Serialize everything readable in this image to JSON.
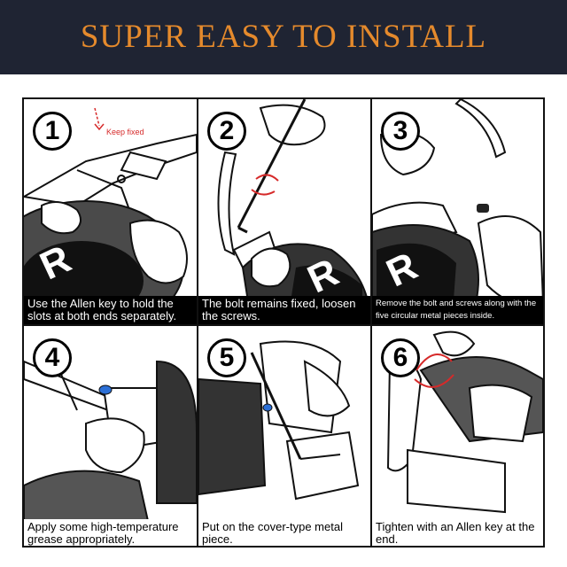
{
  "header": {
    "title": "SUPER EASY TO INSTALL"
  },
  "steps": [
    {
      "number": "1",
      "caption": "Use the Allen key to hold the slots at both ends separately.",
      "annotation": "Keep fixed",
      "earpad_letter": "R"
    },
    {
      "number": "2",
      "caption": "The bolt remains fixed, loosen the screws.",
      "earpad_letter": "R"
    },
    {
      "number": "3",
      "caption": "Remove the bolt and screws along with the five circular metal pieces inside.",
      "earpad_letter": "R"
    },
    {
      "number": "4",
      "caption": "Apply some high-temperature grease appropriately."
    },
    {
      "number": "5",
      "caption": "Put on the cover-type metal piece."
    },
    {
      "number": "6",
      "caption": "Tighten with an Allen key at the end."
    }
  ],
  "colors": {
    "header_bg": "#1f2433",
    "title": "#e58a2c",
    "caption_bg": "#000000",
    "annotation": "#d62a2a",
    "accent_blue": "#2b6fd6"
  },
  "icons": [
    "hand-illustration",
    "allen-key-icon",
    "rotate-arrow-icon",
    "earpad-illustration",
    "headband-illustration"
  ]
}
